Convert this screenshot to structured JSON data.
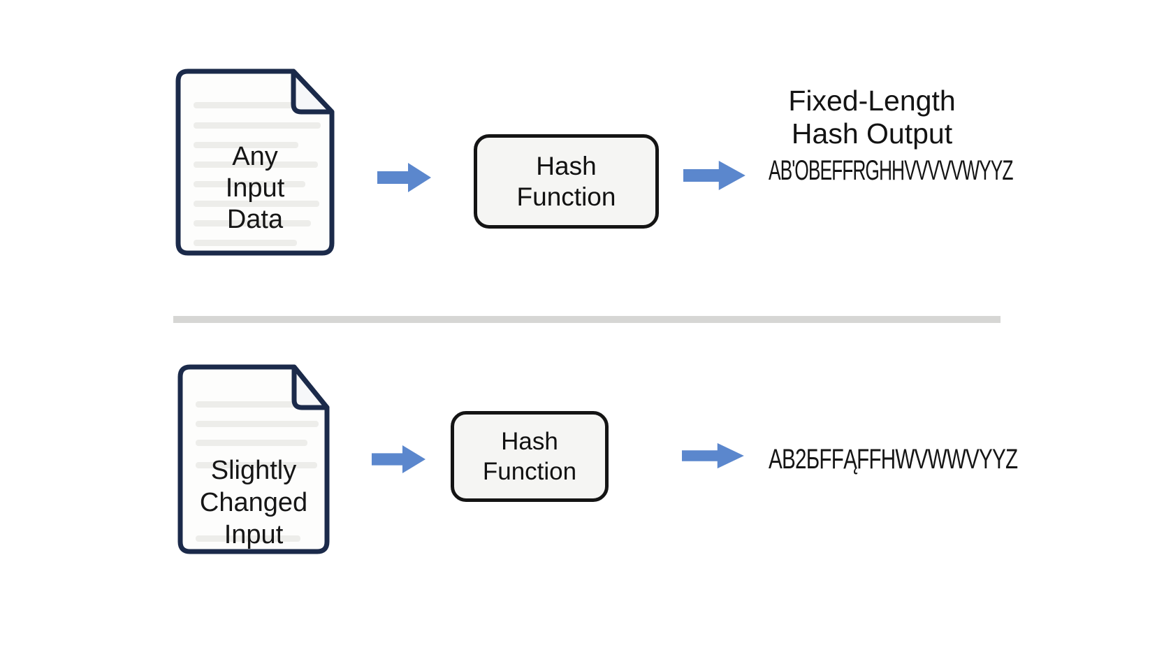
{
  "diagram": {
    "rows": [
      {
        "document": {
          "lines": [
            "Any",
            "Input",
            "Data"
          ]
        },
        "box": {
          "lines": [
            "Hash",
            "Function"
          ]
        },
        "output": {
          "title_lines": [
            "Fixed-Length",
            "Hash Output"
          ],
          "hash": "AB'OBEFFRGHHVVVVVWYYZ"
        }
      },
      {
        "document": {
          "lines": [
            "Slightly",
            "Changed",
            "Input"
          ]
        },
        "box": {
          "lines": [
            "Hash",
            "Function"
          ]
        },
        "output": {
          "hash": "AB2БFFĄFFHWVWWVYYZ"
        }
      }
    ],
    "colors": {
      "arrow": "#5b87cd",
      "doc_border": "#1b2a4a",
      "box_border": "#141414",
      "box_fill": "#f5f5f3",
      "divider": "#d6d6d4",
      "faint_line": "#ededea",
      "text": "#141414"
    }
  }
}
